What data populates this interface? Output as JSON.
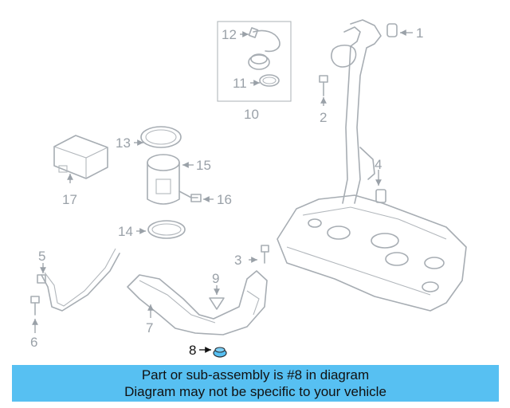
{
  "callouts": {
    "c1": "1",
    "c2": "2",
    "c3": "3",
    "c4": "4",
    "c5": "5",
    "c6": "6",
    "c7": "7",
    "c8": "8",
    "c9": "9",
    "c10": "10",
    "c11": "11",
    "c12": "12",
    "c13": "13",
    "c14": "14",
    "c15": "15",
    "c16": "16",
    "c17": "17"
  },
  "highlight_part": "8",
  "colors": {
    "banner": "#57c0f2",
    "line_art": "#a7adb3",
    "highlight_part": "#57c0f2",
    "highlight_text": "#111111"
  },
  "banner": {
    "line1": "Part or sub-assembly is #8 in diagram",
    "line2": "Diagram may not be specific to your vehicle"
  }
}
